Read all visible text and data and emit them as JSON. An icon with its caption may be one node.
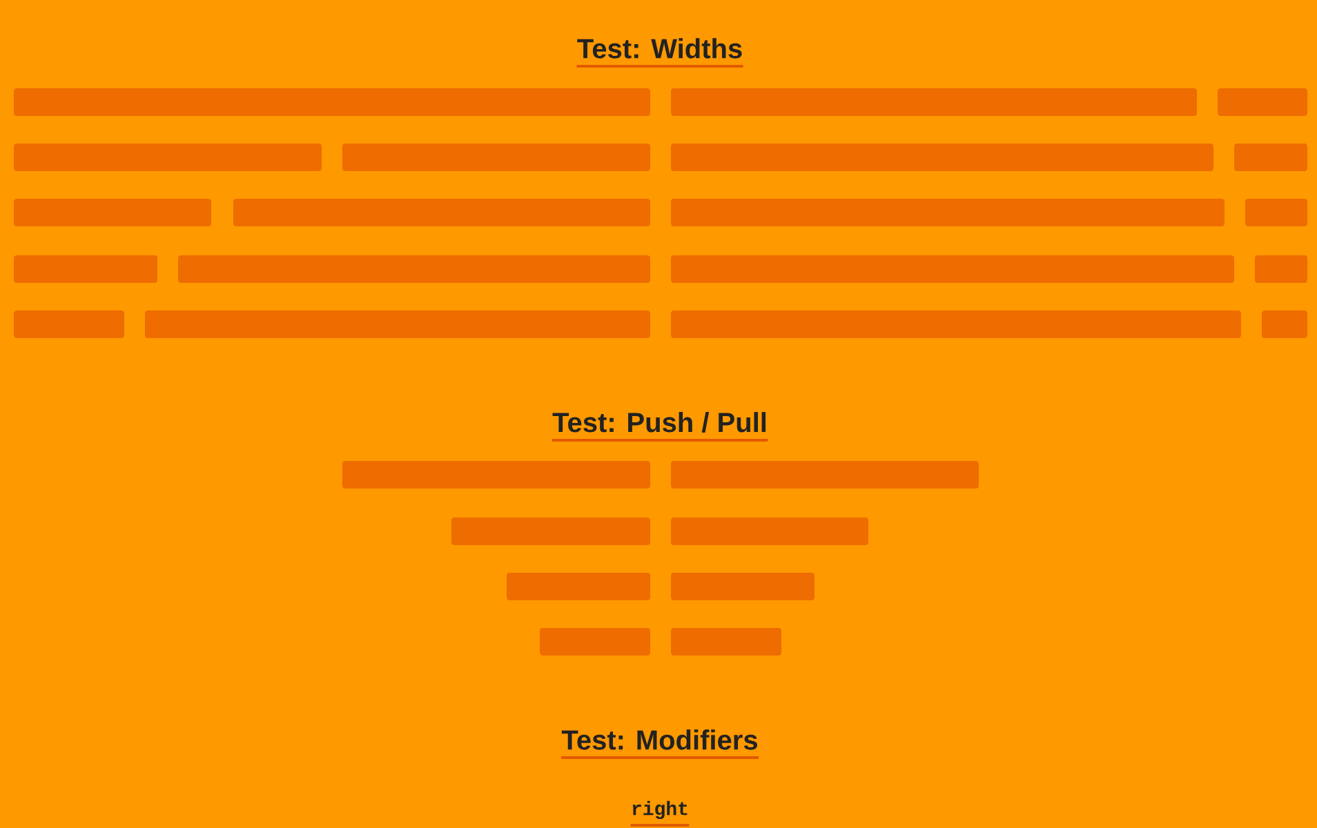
{
  "diagram": {
    "labels": [
      "Test: Widths",
      "Test: Push / Pull",
      "Test: Modifiers",
      "right"
    ]
  }
}
